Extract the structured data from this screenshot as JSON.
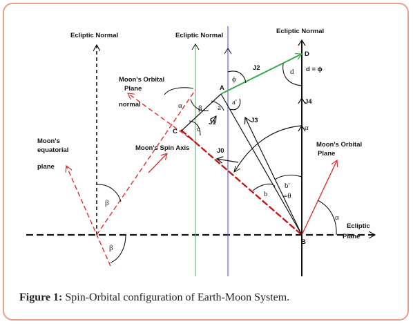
{
  "figure": {
    "caption_label": "Figure 1:",
    "caption_text": " Spin-Orbital configuration of Earth-Moon System."
  },
  "labels": {
    "ecliptic_normal_left": "Ecliptic Normal",
    "ecliptic_normal_mid": "Ecliptic Normal",
    "ecliptic_normal_right": "Ecliptic Normal",
    "orbital_plane_normal_1": "Moon's Orbital",
    "orbital_plane_normal_2": "Plane",
    "orbital_plane_normal_3": "normal",
    "equatorial_plane_1": "Moon's",
    "equatorial_plane_2": "equatorial",
    "equatorial_plane_3": "plane",
    "spin_axis": "Moon's Spin Axis",
    "orbital_plane_1": "Moon's Orbital",
    "orbital_plane_2": "Plane",
    "ecliptic_plane_1": "Ecliptic",
    "ecliptic_plane_2": "Plane",
    "point_a": "A",
    "point_b": "B",
    "point_c": "C",
    "point_d": "D",
    "j0": "J0",
    "j1": "J1",
    "j2": "J2",
    "j3": "J3",
    "j4": "J4",
    "d_eq_phi": "d = ϕ",
    "angle_a": "a",
    "angle_a_prime": "a'",
    "angle_b": "b",
    "angle_b_prime_1": "b'",
    "angle_b_prime_2": "=θ",
    "angle_c": "c",
    "angle_d": "d",
    "alpha_1": "α",
    "alpha_2": "α",
    "alpha_3": "α",
    "beta_1": "β",
    "beta_2": "β",
    "beta_3": "β",
    "phi": "ϕ"
  },
  "colors": {
    "red_dashed": "#e03030",
    "green": "#3aa84a",
    "blue_line": "#6060d0",
    "green_line": "#70b880",
    "border": "#e6a08a"
  }
}
